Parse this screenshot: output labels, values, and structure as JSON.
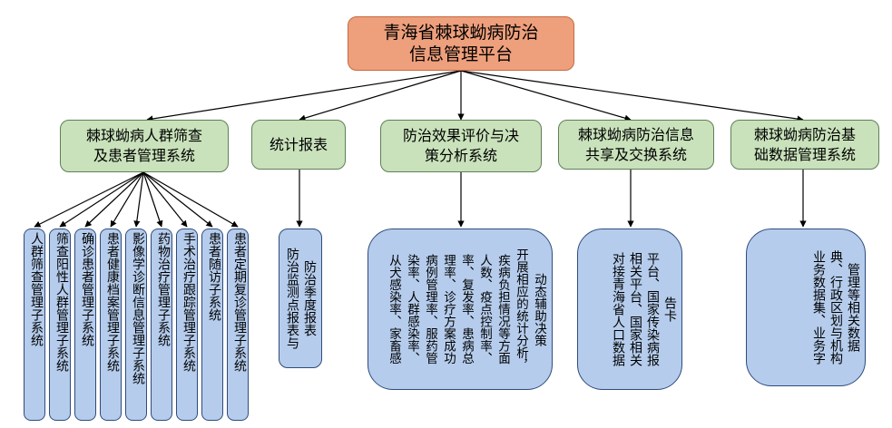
{
  "root": {
    "title": "青海省棘球蚴病防治\n信息管理平台"
  },
  "modules": [
    {
      "title": "棘球蚴病人群筛查\n及患者管理系统"
    },
    {
      "title": "统计报表"
    },
    {
      "title": "防治效果评价与决\n策分析系统"
    },
    {
      "title": "棘球蚴病防治信息\n共享及交换系统"
    },
    {
      "title": "棘球蚴病防治基\n础数据管理系统"
    }
  ],
  "subsystems": [
    "人群筛查管理子系统",
    "筛查阳性人群管理子系统",
    "确诊患者管理子系统",
    "患者健康档案管理子系统",
    "影像学诊断信息管理子系统",
    "药物治疗管理子系统",
    "手术治疗跟踪管理子系统",
    "患者随访子系统",
    "患者定期复诊管理子系统"
  ],
  "details": {
    "stats": "防治季度报表\n防治监测点报表与",
    "evaluation": "动态辅助决策\n开展相应的统计分析，\n疾病负担情况等方面\n人数、疫点控制率、\n率、复发率、患病总\n理率、诊疗方案成功\n病例管理率、服药管\n染率、人群感染率、\n从犬感染率、家畜感",
    "sharing": "告卡\n平台、国家传染病报\n相关平台、国家相关\n对接青海省人口数据",
    "basic": "管理等相关数据\n典、行政区划与机构\n业务数据集、业务字"
  }
}
